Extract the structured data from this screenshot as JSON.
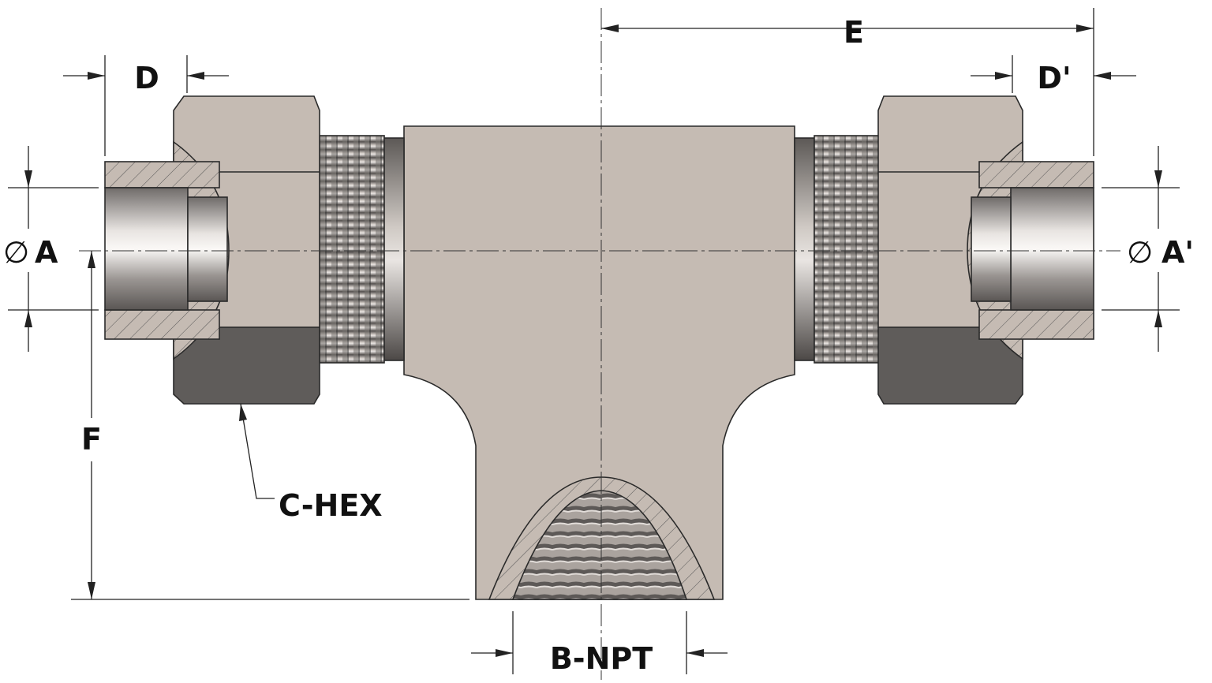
{
  "title": "Union Tee fitting dimension drawing",
  "labels": {
    "a": "A",
    "a_prime": "A'",
    "d": "D",
    "d_prime": "D'",
    "e": "E",
    "f": "F",
    "c_hex": "C-HEX",
    "b_npt": "B-NPT",
    "diameter_symbol": "∅"
  },
  "colors": {
    "body": "#c5bbb3",
    "nut_dark": "#5f5c5a",
    "line": "#222222"
  }
}
